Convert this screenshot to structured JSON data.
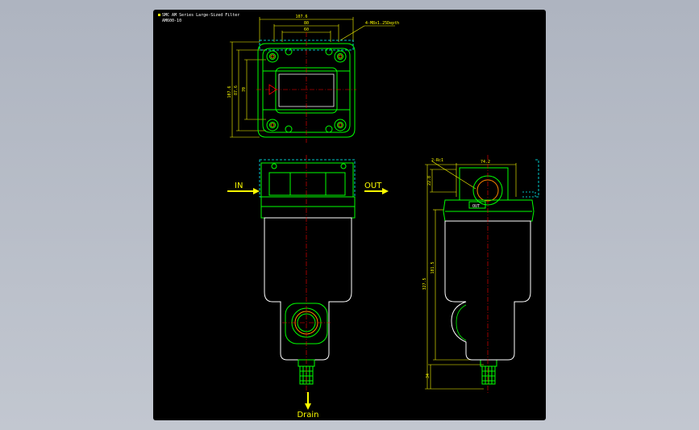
{
  "title_block": {
    "line1": "SMC AM Series Large-Sized Filter",
    "line2": "AM600-10"
  },
  "labels": {
    "in": "IN",
    "out": "OUT",
    "drain": "Drain",
    "port_tag": "OUT"
  },
  "dimensions": {
    "top_width": "107.6",
    "top_inner_1": "80",
    "top_inner_2": "60",
    "mount_holes": "4-M8x1.25Depth",
    "top_height_1": "107.6",
    "top_height_2": "87.6",
    "top_height_3": "70",
    "side_port": "2-Rc1",
    "side_width": "74.2",
    "side_small": "22.8",
    "side_body": "181.5",
    "side_total": "327.5",
    "side_drain": "34"
  },
  "colors": {
    "background": "#000000",
    "outline": "#00ff00",
    "body": "#ffffff",
    "centerline": "#ff0000",
    "dimension": "#ffff00",
    "hidden": "#00ffff"
  }
}
